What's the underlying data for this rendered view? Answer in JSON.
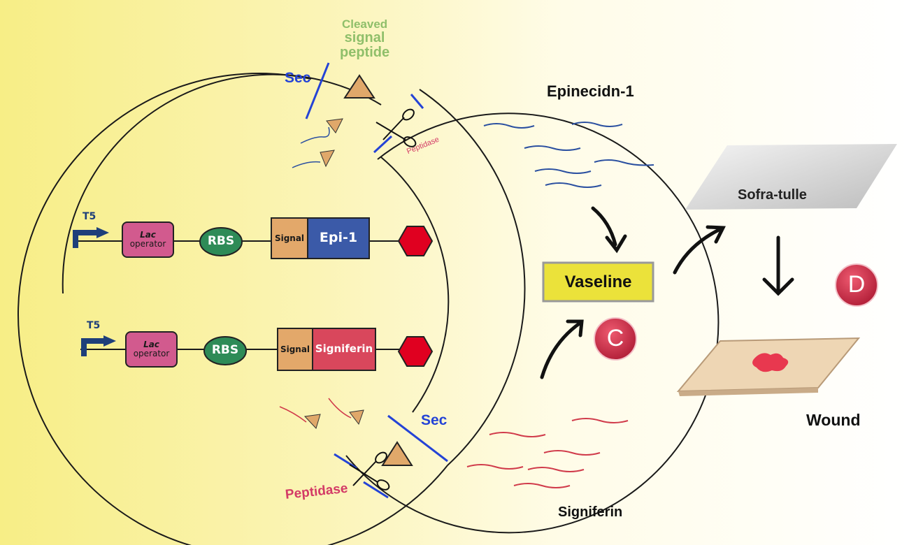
{
  "labels": {
    "cleaved_signal_peptide_line1": "Cleaved",
    "cleaved_signal_peptide_line2": "signal",
    "cleaved_signal_peptide_line3": "peptide",
    "sec_top": "Sec",
    "sec_bottom": "Sec",
    "peptidase_top": "Peptidase",
    "peptidase_bottom": "Peptidase",
    "epinecidin": "Epinecidn-1",
    "signiferin_product": "Signiferin",
    "vaseline": "Vaseline",
    "sofra_tulle": "Sofra-tulle",
    "wound": "Wound",
    "step_c": "C",
    "step_d": "D"
  },
  "constructs": [
    {
      "promoter": "T5",
      "operator_italic": "Lac",
      "operator": "operator",
      "rbs": "RBS",
      "signal": "Signal",
      "gene": "Epi-1",
      "gene_color": "#3b5aa8"
    },
    {
      "promoter": "T5",
      "operator_italic": "Lac",
      "operator": "operator",
      "rbs": "RBS",
      "signal": "Signal",
      "gene": "Signiferin",
      "gene_color": "#d9475c"
    }
  ],
  "colors": {
    "sec": "#2443d6",
    "cleaved_label": "#8fbf6a",
    "peptidase_label": "#d33a66",
    "epinecidin_wave": "#2a4fa0",
    "signiferin_wave": "#d03a4a",
    "peptide": "#e0a86a",
    "operator_box": "#d25a8e",
    "rbs": "#2e8b57",
    "signal_box": "#e3a86a",
    "terminator": "#e00020",
    "vaseline_box": "#ebe23a",
    "badge": "#c9304a"
  }
}
